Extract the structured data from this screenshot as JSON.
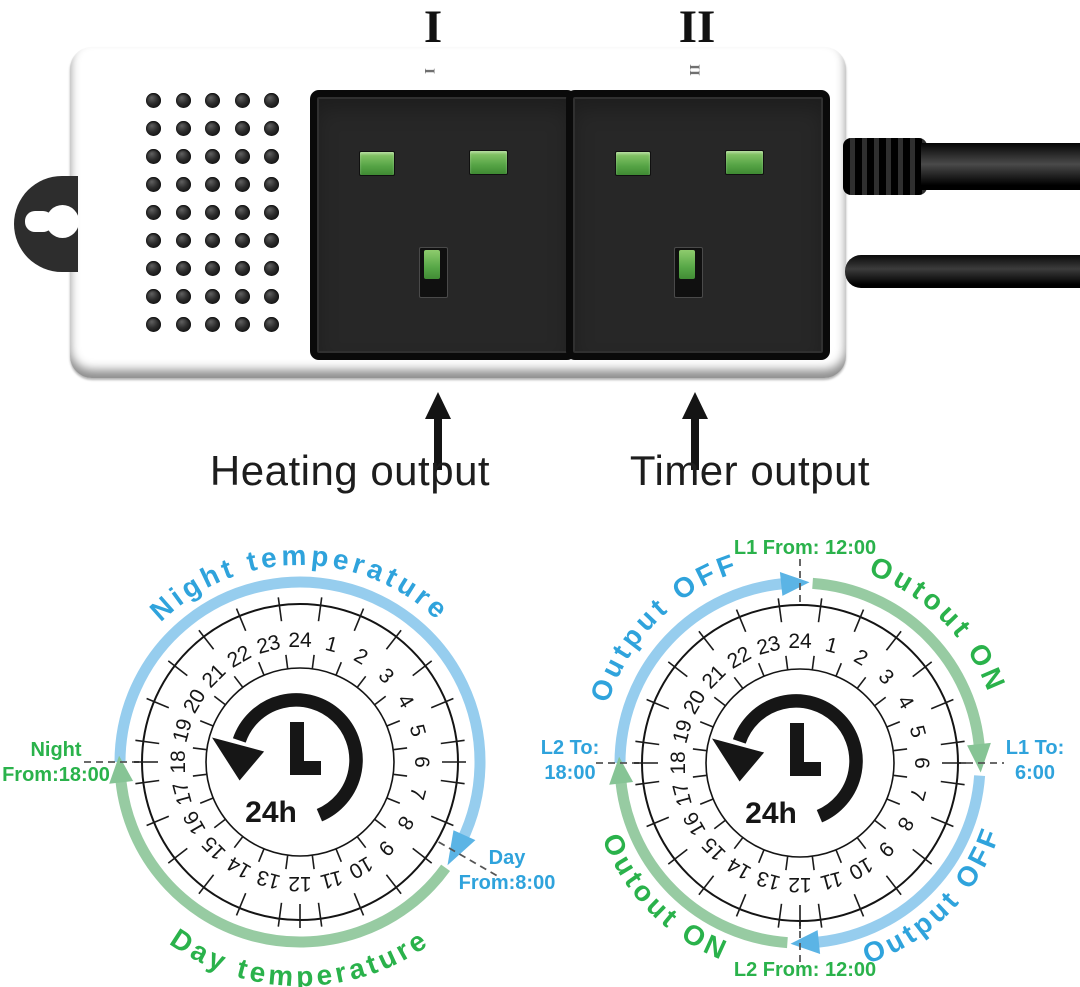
{
  "header": {
    "socket1_numeral": "I",
    "socket2_numeral": "II",
    "socket1_mark": "I",
    "socket2_mark": "II"
  },
  "device": {
    "vent_rows": 9,
    "vent_cols": 5
  },
  "callouts": {
    "heating_label": "Heating output",
    "timer_label": "Timer output"
  },
  "clock_dial": {
    "hours": [
      "24",
      "1",
      "2",
      "3",
      "4",
      "5",
      "6",
      "7",
      "8",
      "9",
      "10",
      "11",
      "12",
      "13",
      "14",
      "15",
      "16",
      "17",
      "18",
      "19",
      "20",
      "21",
      "22",
      "23"
    ],
    "center_label": "24h"
  },
  "left_clock": {
    "top_arc_label": "Night temperature",
    "bottom_arc_label": "Day temperature",
    "left_label_line1": "Night",
    "left_label_line2": "From:18:00",
    "right_label_line1": "Day",
    "right_label_line2": "From:8:00"
  },
  "right_clock": {
    "top_label": "L1 From: 12:00",
    "top_left_arc_label": "Output OFF",
    "top_right_arc_label": "Outout ON",
    "right_label_line1": "L1 To:",
    "right_label_line2": "6:00",
    "left_label_line1": "L2 To:",
    "left_label_line2": "18:00",
    "bottom_left_arc_label": "Outout ON",
    "bottom_right_arc_label": "Output OFF",
    "bottom_label": "L2 From: 12:00"
  },
  "colors": {
    "blue_text": "#2FA3DC",
    "blue_arc": "#96CDEE",
    "blue_arrow": "#5BB4E5",
    "green_text": "#2AB24B",
    "green_arc": "#97CBA2",
    "green_arrow": "#86C495"
  }
}
